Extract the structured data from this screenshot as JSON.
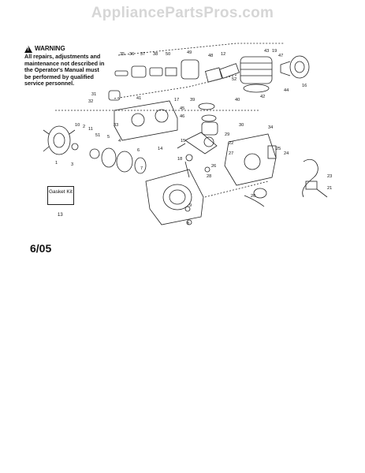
{
  "watermark": "AppliancePartsPros.com",
  "warning": {
    "title": "WARNING",
    "text": "All repairs, adjustments and maintenance not described in the Operator's Manual must be performed by qualified service personnel."
  },
  "gasket_kit": {
    "label": "Gasket Kit",
    "number": "13"
  },
  "date_code": "6/05",
  "part_numbers": [
    "35",
    "36",
    "37",
    "38",
    "50",
    "49",
    "48",
    "12",
    "43",
    "19",
    "47",
    "16",
    "44",
    "42",
    "52",
    "40",
    "39",
    "45",
    "46",
    "30",
    "34",
    "33",
    "31",
    "32",
    "41",
    "17",
    "10",
    "2",
    "11",
    "51",
    "5",
    "4",
    "6",
    "7",
    "14",
    "15",
    "18",
    "26",
    "22",
    "28",
    "29",
    "25",
    "24",
    "23",
    "21",
    "20",
    "27",
    "9",
    "8",
    "1",
    "3",
    "13"
  ]
}
